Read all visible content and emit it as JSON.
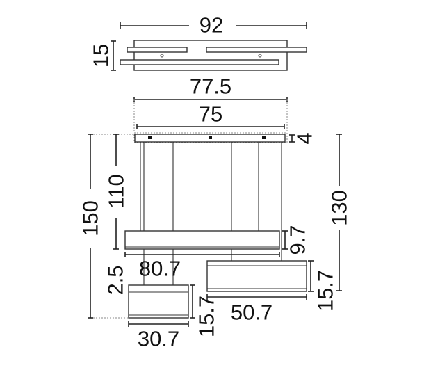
{
  "title": "Pendant lamp dimension drawing",
  "dimensions": {
    "canopy_top_width": "92",
    "canopy_top_depth": "15",
    "canopy_length": "77.5",
    "canopy_inner": "75",
    "canopy_height": "4",
    "max_height": "150",
    "upper_drop": "110",
    "right_drop": "130",
    "large_bar_height": "9.7",
    "large_bar_width": "80.7",
    "offset": "2.5",
    "small_box_width": "30.7",
    "small_box_height": "15.7",
    "medium_box_width": "50.7",
    "medium_box_height": "15.7"
  }
}
